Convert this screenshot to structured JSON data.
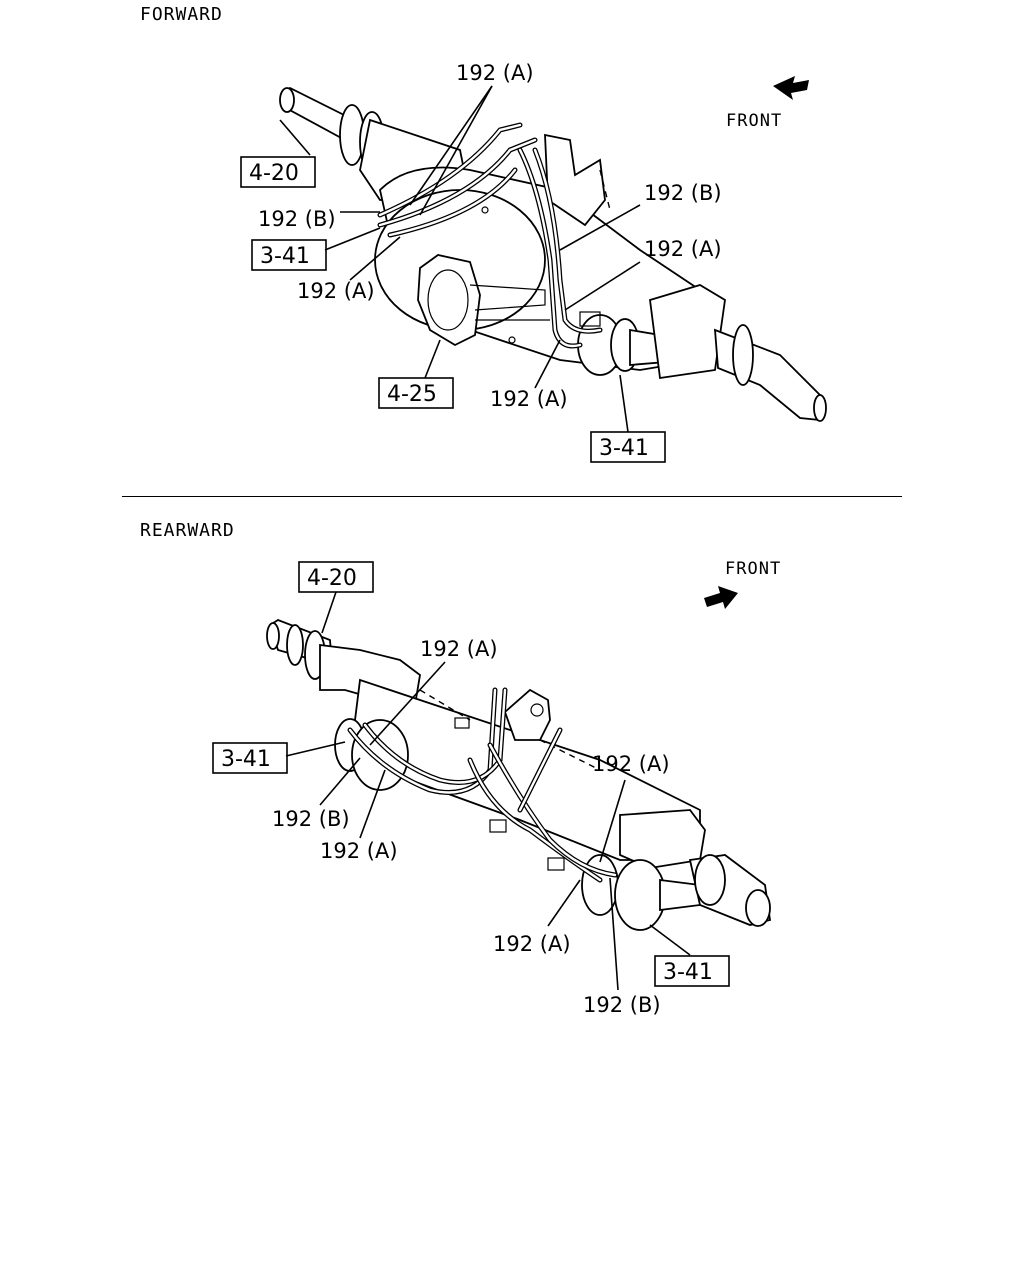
{
  "forward": {
    "title": "FORWARD",
    "front_label": "FRONT",
    "refs": {
      "r420": "4-20",
      "r341_left": "3-41",
      "r425": "4-25",
      "r341_right": "3-41"
    },
    "callouts": {
      "top_a": "192 (A)",
      "left_b": "192 (B)",
      "left_a": "192 (A)",
      "right_b": "192 (B)",
      "right_a": "192 (A)",
      "bottom_a": "192 (A)"
    }
  },
  "rearward": {
    "title": "REARWARD",
    "front_label": "FRONT",
    "refs": {
      "r420": "4-20",
      "r341_left": "3-41",
      "r341_right": "3-41"
    },
    "callouts": {
      "top_a": "192 (A)",
      "left_b": "192 (B)",
      "left_a": "192 (A)",
      "right_a": "192 (A)",
      "bottom_a": "192 (A)",
      "bottom_b": "192 (B)"
    }
  }
}
